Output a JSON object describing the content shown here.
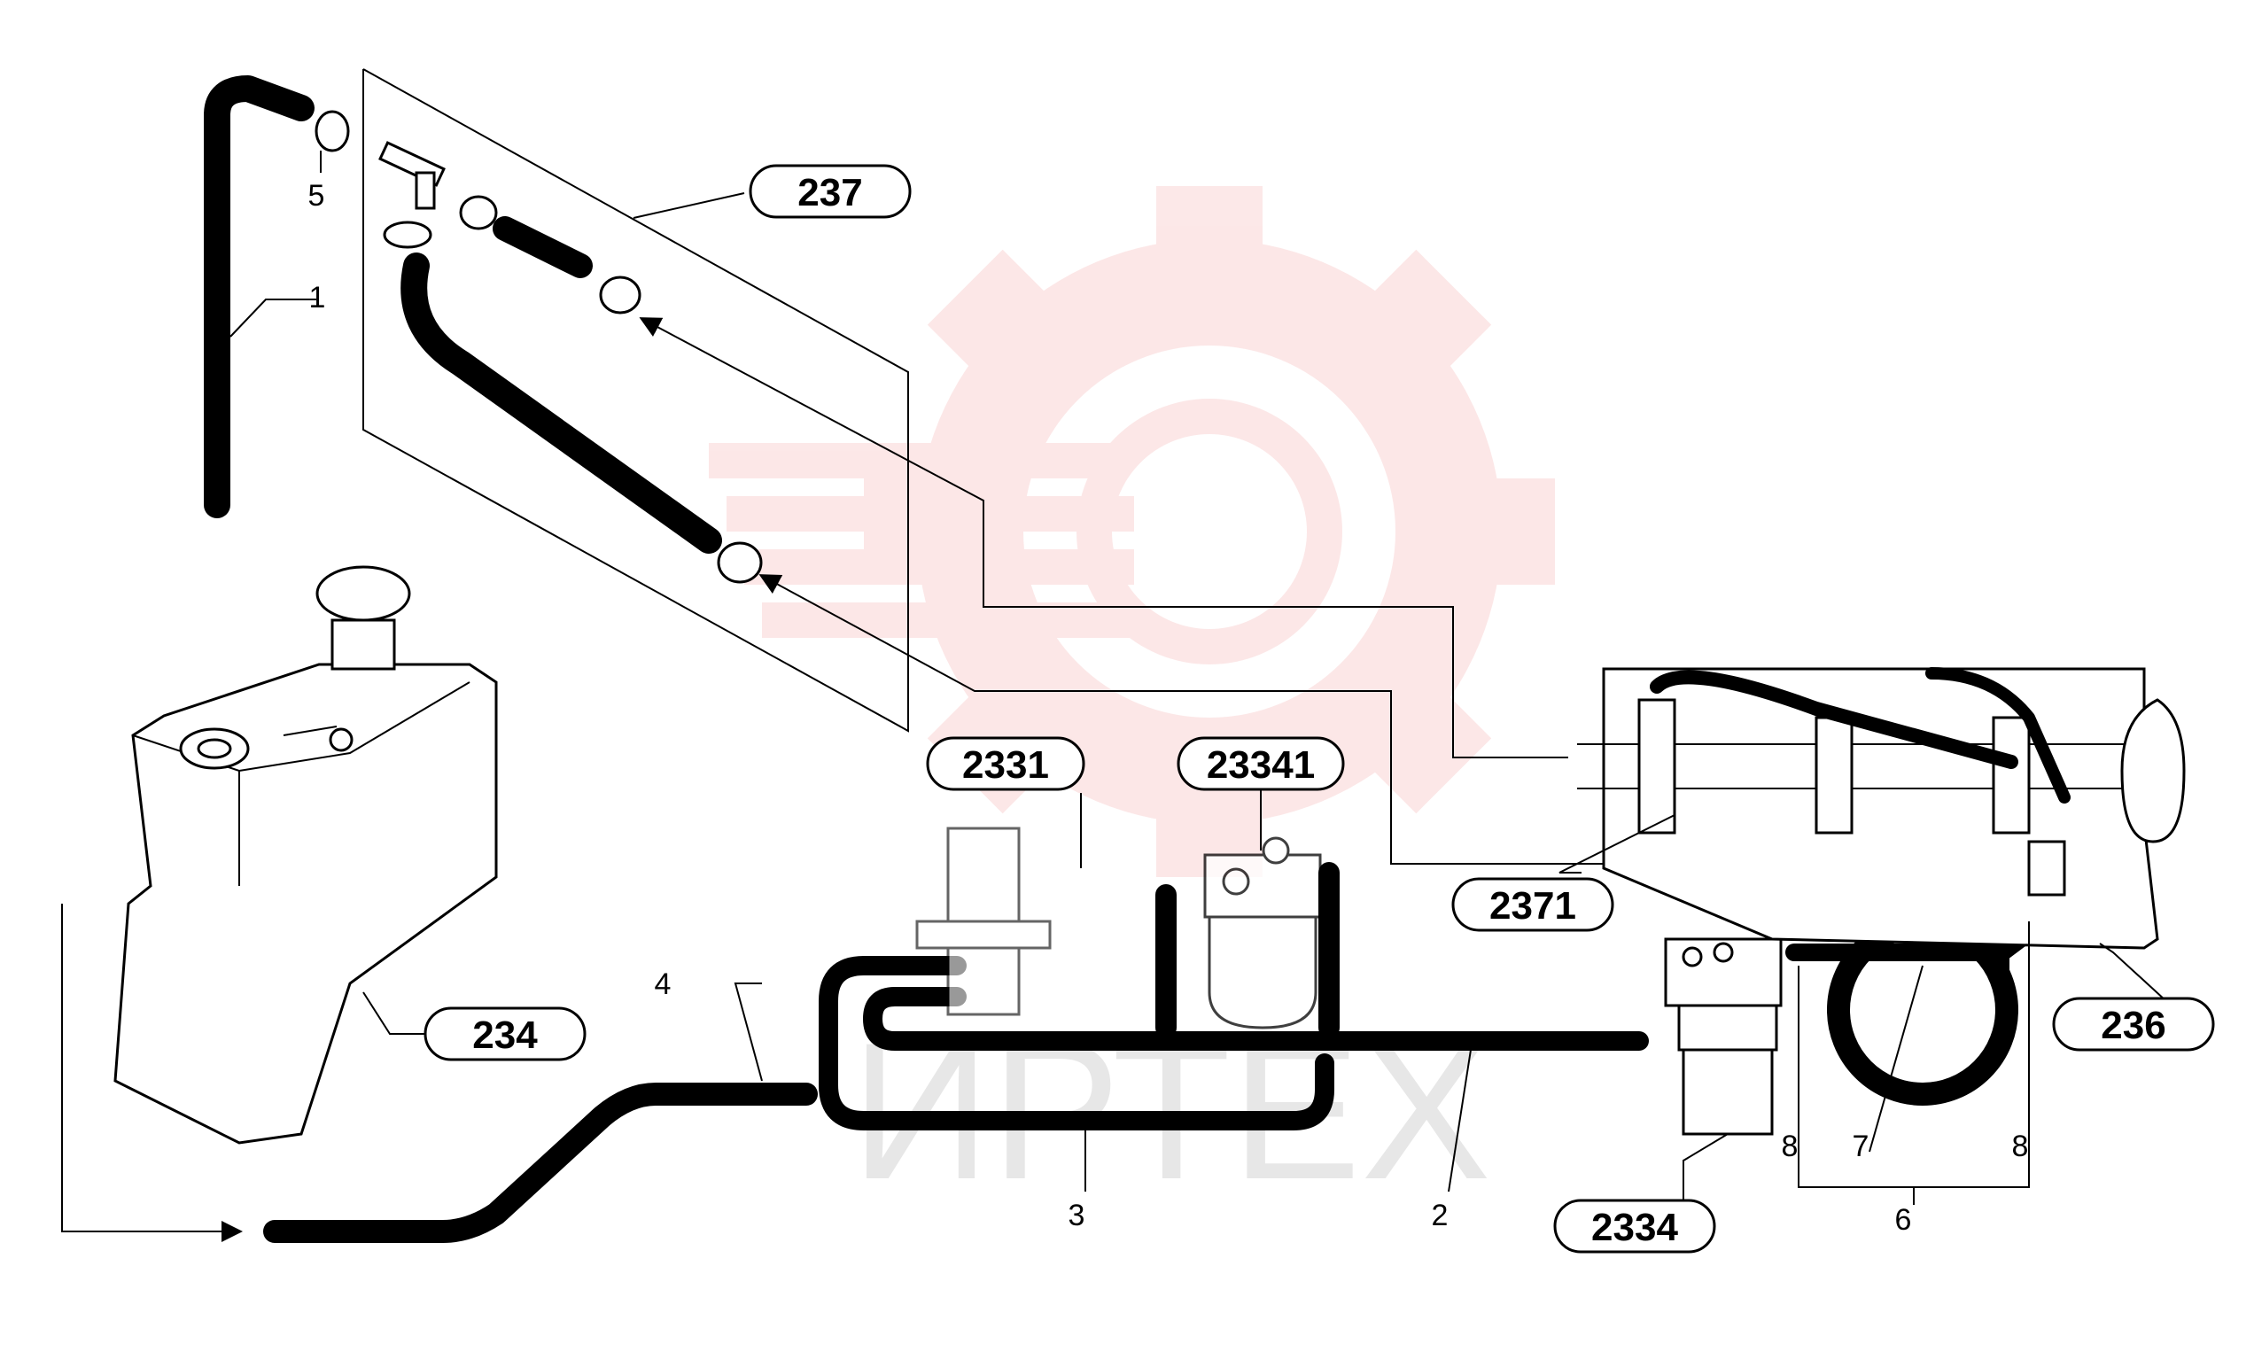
{
  "watermark": {
    "text": "ИРТЕХ",
    "color": "#f08080",
    "text_color": "#c8c8c8"
  },
  "callouts": {
    "c237": "237",
    "c2331": "2331",
    "c23341": "23341",
    "c2371": "2371",
    "c234": "234",
    "c236": "236",
    "c2334": "2334"
  },
  "numbers": {
    "n1": "1",
    "n2": "2",
    "n3": "3",
    "n4": "4",
    "n5": "5",
    "n6": "6",
    "n7": "7",
    "n8a": "8",
    "n8b": "8"
  },
  "colors": {
    "line": "#000000",
    "background": "#ffffff"
  }
}
